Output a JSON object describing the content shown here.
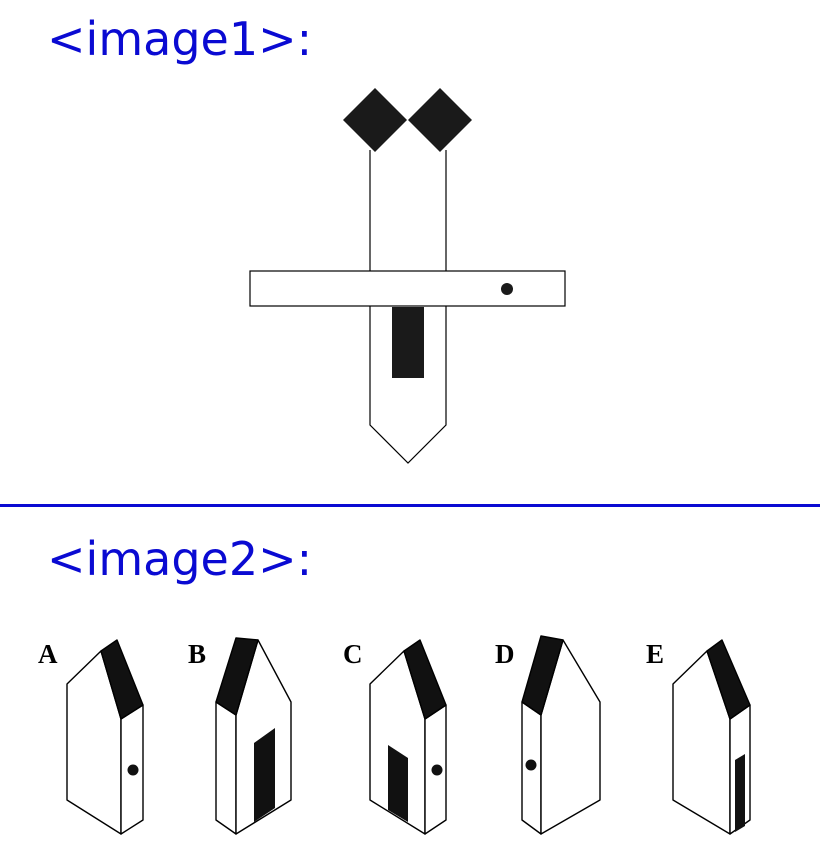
{
  "sections": [
    {
      "label": "<image1>:"
    },
    {
      "label": "<image2>:"
    }
  ],
  "options": [
    "A",
    "B",
    "C",
    "D",
    "E"
  ],
  "colors": {
    "label": "#0a0ad2",
    "divider": "#0a0ad2",
    "ink": "#000000"
  }
}
